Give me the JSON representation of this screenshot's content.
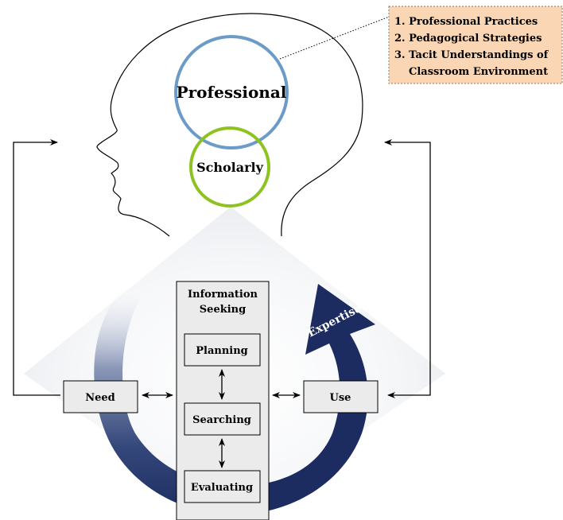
{
  "callout": {
    "lines": [
      "1. Professional Practices",
      "2. Pedagogical Strategies",
      "3. Tacit Understandings of",
      "Classroom Environment"
    ]
  },
  "circles": {
    "professional": "Professional",
    "scholarly": "Scholarly"
  },
  "process": {
    "title_line1": "Information",
    "title_line2": "Seeking",
    "steps": [
      "Planning",
      "Searching",
      "Evaluating"
    ],
    "need": "Need",
    "use": "Use",
    "arrow_label": "Expertise"
  },
  "colors": {
    "professional_ring": "#6b9bc8",
    "scholarly_ring": "#8ec31f",
    "callout_fill": "#fbd6b4",
    "callout_border": "#8a7a6a",
    "arrow_dark": "#1c2c60",
    "box_fill": "#ebebeb"
  }
}
